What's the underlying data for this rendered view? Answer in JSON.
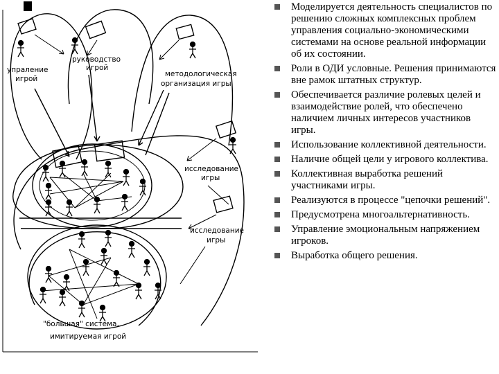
{
  "diagram": {
    "labels": {
      "game_management": "упраление\nигрой",
      "game_leadership": "руководство\nигрой",
      "methodological": "методологическая\nорганизация игры",
      "research_1": "исследование\nигры",
      "research_2": "исследование\nигры",
      "big_system": "\"большая\" система,\nимитируемая игрой"
    }
  },
  "bullets": [
    "Моделируется деятельность специалистов по решению сложных комплексных проблем управления социально-экономическими системами на основе реальной информации об их состоянии.",
    "Роли в ОДИ условные. Решения принимаются вне рамок штатных структур.",
    "Обеспечивается различие ролевых целей и взаимодействие ролей, что обеспечено наличием личных интересов участников игры.",
    "Использование коллективной деятельности.",
    "Наличие общей цели у игрового коллектива.",
    "Коллективная выработка решений участниками игры.",
    "Реализуются в процессе \"цепочки решений\".",
    "Предусмотрена многоальтернативность.",
    "Управление эмоциональным напряжением игроков.",
    "Выработка общего решения."
  ]
}
